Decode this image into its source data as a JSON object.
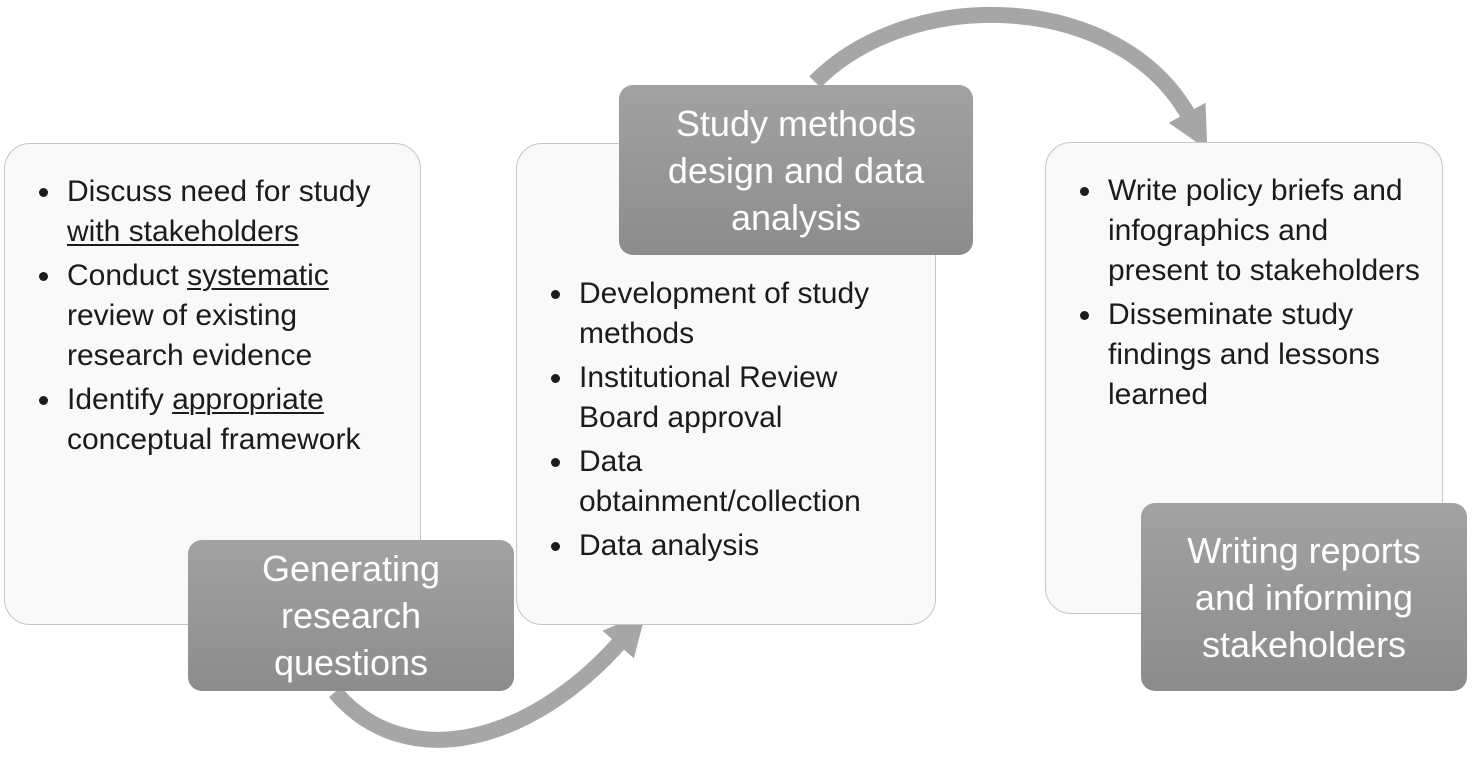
{
  "stages": [
    {
      "label": "Generating\nresearch\nquestions",
      "bullets": [
        {
          "before": "Discuss need for study ",
          "u": "with stakeholders",
          "after": ""
        },
        {
          "before": "Conduct ",
          "u": "systematic",
          "after": " review of existing research evidence"
        },
        {
          "before": "Identify ",
          "u": "appropriate",
          "after": " conceptual framework"
        }
      ]
    },
    {
      "label": "Study methods\ndesign and data\nanalysis",
      "bullets": [
        {
          "text": "Development of study methods"
        },
        {
          "text": "Institutional Review Board approval"
        },
        {
          "text": "Data obtainment/collection"
        },
        {
          "text": "Data analysis"
        }
      ]
    },
    {
      "label": "Writing reports\nand informing\nstakeholders",
      "bullets": [
        {
          "text": "Write policy briefs and infographics and present to stakeholders"
        },
        {
          "text": "Disseminate study findings and lessons learned"
        }
      ]
    }
  ],
  "colors": {
    "card_bg": "#f9f9f9",
    "card_border": "#c6c6c6",
    "label_bg": "#999999",
    "label_text": "#ffffff",
    "arrow": "#a6a6a6"
  }
}
